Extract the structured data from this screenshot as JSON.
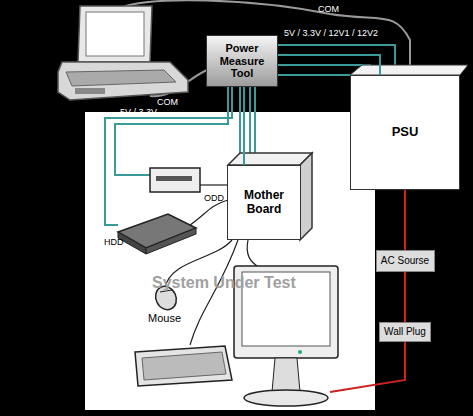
{
  "diagram": {
    "nodes": [
      {
        "text": [
          "Power Measure Tool"
        ]
      },
      {
        "text": [
          "PSU"
        ]
      },
      {
        "text": [
          "Mother Board"
        ]
      },
      {
        "text": [
          "AC Sourse"
        ]
      },
      {
        "text": [
          "Wall Plug"
        ]
      }
    ],
    "edges": [
      {
        "from": 0,
        "to": 1,
        "arrow": "none"
      },
      {
        "from": 0,
        "to": 2,
        "arrow": "none"
      },
      {
        "from": 1,
        "to": 3,
        "arrow": "none"
      },
      {
        "from": 3,
        "to": 4,
        "arrow": "none"
      }
    ],
    "labels": [
      "COM",
      "5V / 3.3V / 12V1 / 12V2",
      "COM",
      "5V / 3.3V",
      "ODD",
      "HDD",
      "Mouse",
      "System Under Test"
    ]
  }
}
